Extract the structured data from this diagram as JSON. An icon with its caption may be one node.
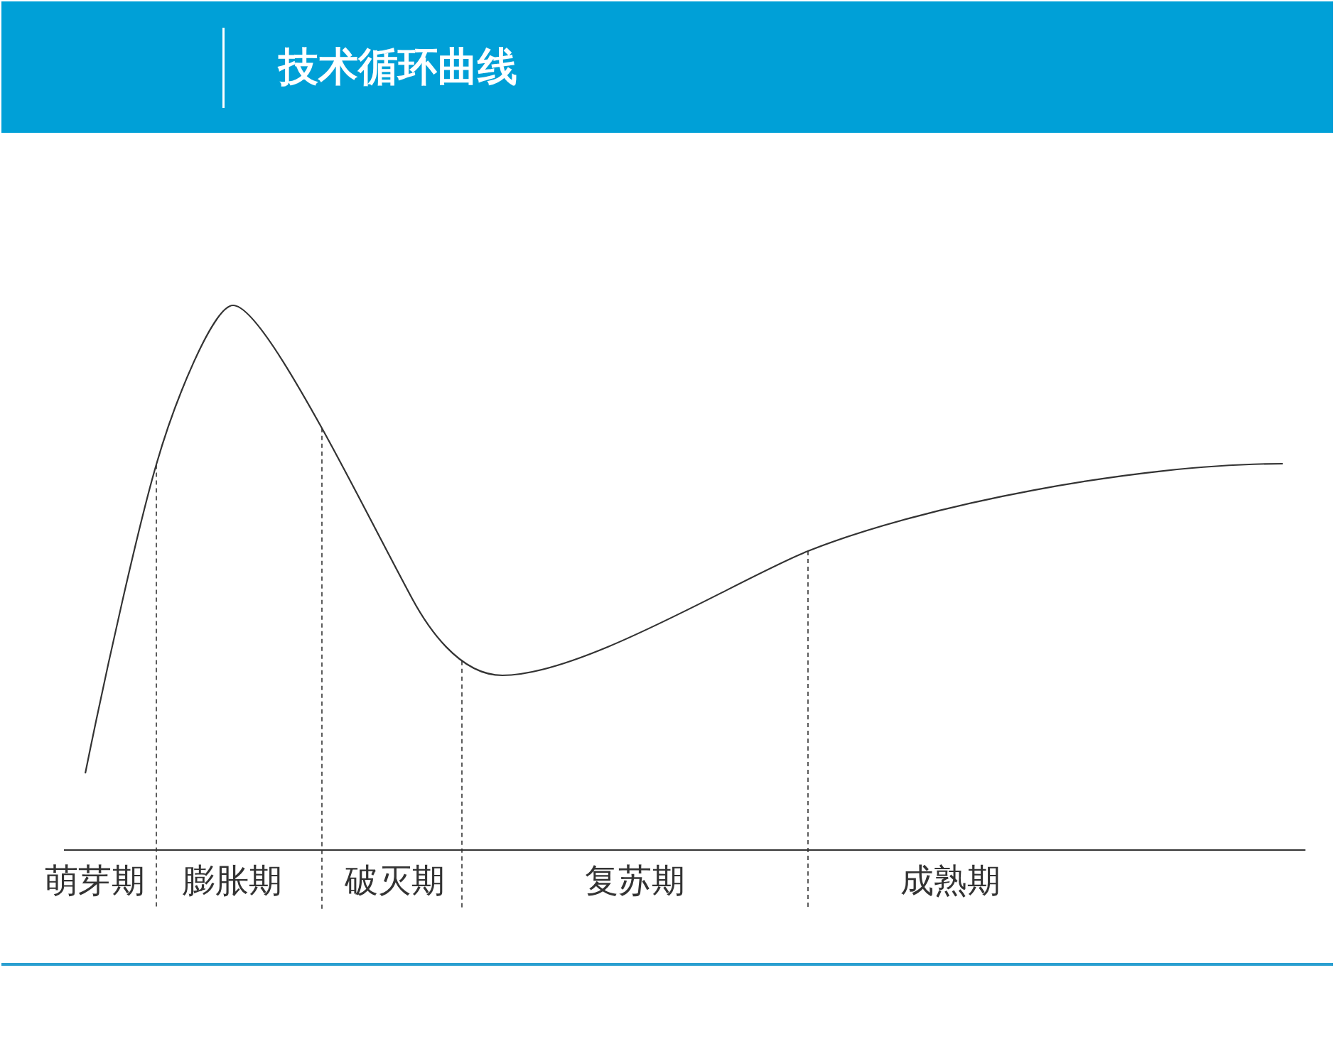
{
  "diagram": {
    "title": "技术循环曲线",
    "labels": [
      "萌芽期",
      "膨胀期",
      "破灭期",
      "复苏期",
      "成熟期"
    ]
  }
}
